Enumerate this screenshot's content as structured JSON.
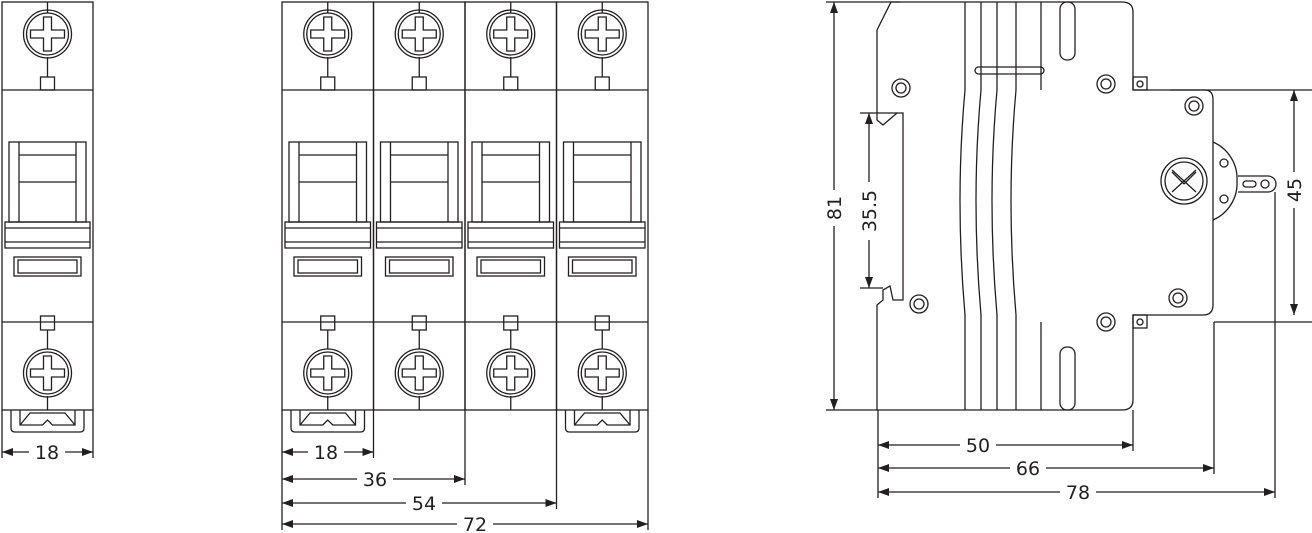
{
  "line_color": "#231f20",
  "single_pole": {
    "width_label": "18"
  },
  "four_pole": {
    "dims": [
      "18",
      "36",
      "54",
      "72"
    ]
  },
  "side_view": {
    "height_label": "81",
    "rail_label": "35.5",
    "front_height_label": "45",
    "depth_labels": [
      "50",
      "66",
      "78"
    ]
  }
}
